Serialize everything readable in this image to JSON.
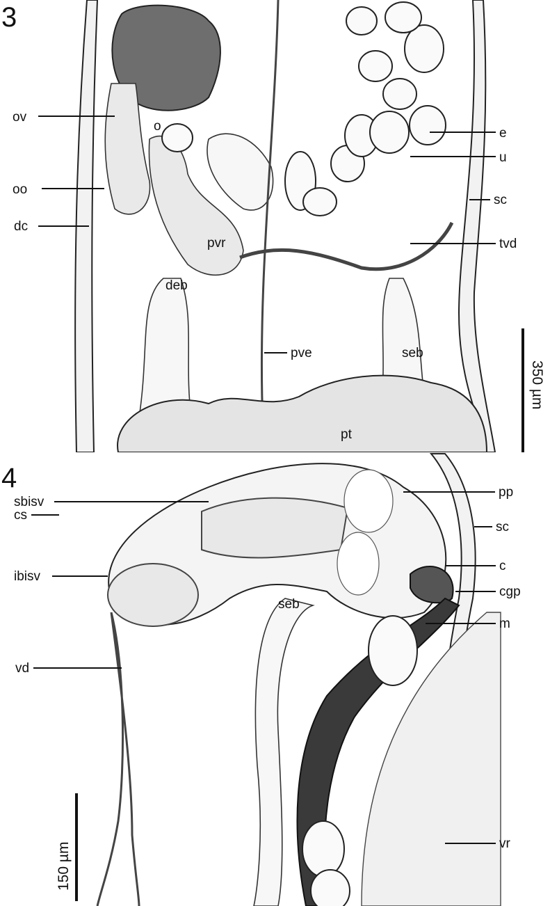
{
  "figure_3": {
    "panel_number": "3",
    "labels": {
      "o": "o",
      "ov": "ov",
      "oo": "oo",
      "dc": "dc",
      "pvr": "pvr",
      "deb": "deb",
      "pve": "pve",
      "seb": "seb",
      "pt": "pt",
      "e": "e",
      "u": "u",
      "sc": "sc",
      "tvd": "tvd"
    },
    "scale_bar": "350 µm"
  },
  "figure_4": {
    "panel_number": "4",
    "labels": {
      "pp": "pp",
      "sbisv": "sbisv",
      "cs": "cs",
      "sc": "sc",
      "c": "c",
      "ibisv": "ibisv",
      "cgp": "cgp",
      "seb": "seb",
      "m": "m",
      "vd": "vd",
      "vr": "vr"
    },
    "scale_bar": "150 µm"
  }
}
